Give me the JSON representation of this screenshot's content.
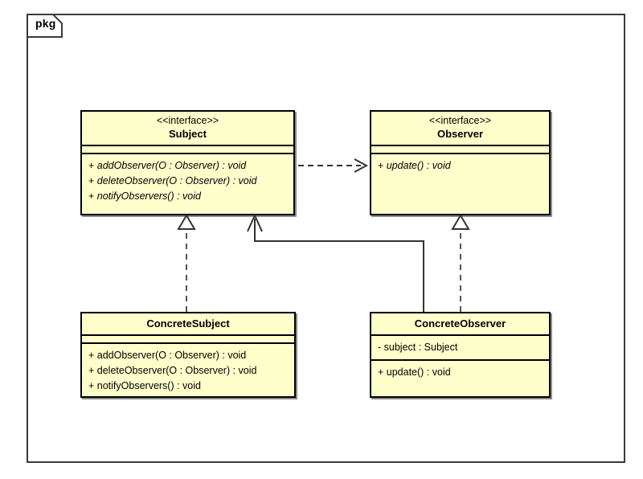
{
  "diagram": {
    "kind": "uml-class-diagram",
    "package_label": "pkg",
    "colors": {
      "class_fill": "#ffffcc",
      "class_border": "#000000",
      "frame_border": "#3a3a3a",
      "connector": "#333333",
      "background": "#ffffff"
    }
  },
  "classes": {
    "subject": {
      "stereotype": "<<interface>>",
      "name": "Subject",
      "attributes": [],
      "operations": [
        "+ addObserver(O : Observer) : void",
        "+ deleteObserver(O : Observer) : void",
        "+ notifyObservers() : void"
      ]
    },
    "observer": {
      "stereotype": "<<interface>>",
      "name": "Observer",
      "attributes": [],
      "operations": [
        "+ update() : void"
      ]
    },
    "concrete_subject": {
      "stereotype": "",
      "name": "ConcreteSubject",
      "attributes": [],
      "operations": [
        "+ addObserver(O : Observer) : void",
        "+ deleteObserver(O : Observer) : void",
        "+ notifyObservers() : void"
      ]
    },
    "concrete_observer": {
      "stereotype": "",
      "name": "ConcreteObserver",
      "attributes": [
        "- subject : Subject"
      ],
      "operations": [
        "+ update() : void"
      ]
    }
  },
  "relationships": [
    {
      "id": "subject-depends-observer",
      "type": "dependency",
      "line": "dashed",
      "arrowhead": "open",
      "from": "Subject",
      "to": "Observer",
      "label": ""
    },
    {
      "id": "concretesubject-realizes-subject",
      "type": "realization",
      "line": "dashed",
      "arrowhead": "hollow-triangle",
      "from": "ConcreteSubject",
      "to": "Subject",
      "label": ""
    },
    {
      "id": "concreteobserver-realizes-observer",
      "type": "realization",
      "line": "dashed",
      "arrowhead": "hollow-triangle",
      "from": "ConcreteObserver",
      "to": "Observer",
      "label": ""
    },
    {
      "id": "concreteobserver-association-subject",
      "type": "association",
      "line": "solid",
      "arrowhead": "open",
      "from": "ConcreteObserver",
      "to": "Subject",
      "label": ""
    }
  ]
}
